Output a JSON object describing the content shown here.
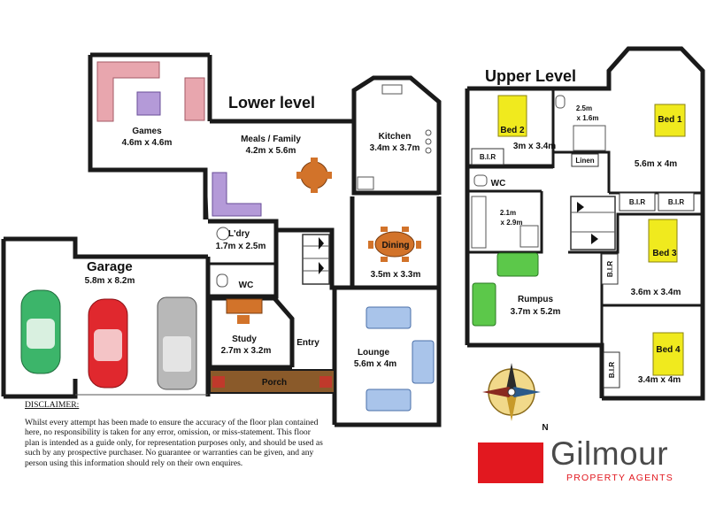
{
  "levels": {
    "lower": "Lower level",
    "upper": "Upper Level"
  },
  "rooms": {
    "games": {
      "name": "Games",
      "size": "4.6m x 4.6m"
    },
    "meals": {
      "name": "Meals / Family",
      "size": "4.2m x 5.6m"
    },
    "kitchen": {
      "name": "Kitchen",
      "size": "3.4m x 3.7m"
    },
    "laundry": {
      "name": "L'dry",
      "size": "1.7m x 2.5m"
    },
    "wc_lower": {
      "name": "WC"
    },
    "garage": {
      "name": "Garage",
      "size": "5.8m x 8.2m"
    },
    "dining": {
      "name": "Dining",
      "size": "3.5m x 3.3m"
    },
    "study": {
      "name": "Study",
      "size": "2.7m x 3.2m"
    },
    "entry": {
      "name": "Entry"
    },
    "porch": {
      "name": "Porch"
    },
    "lounge": {
      "name": "Lounge",
      "size": "5.6m x 4m"
    },
    "bed2": {
      "name": "Bed 2",
      "size": "3m x 3.4m"
    },
    "bath": {
      "size_line1": "2.5m",
      "size_line2": "x 1.6m"
    },
    "bed1": {
      "name": "Bed 1",
      "size": "5.6m x 4m"
    },
    "bir_bed2": {
      "name": "B.I.R"
    },
    "linen": {
      "name": "Linen"
    },
    "bir_bed1_a": {
      "name": "B.I.R"
    },
    "bir_bed1_b": {
      "name": "B.I.R"
    },
    "wc_upper": {
      "name": "WC"
    },
    "ensuite": {
      "size_line1": "2.1m",
      "size_line2": "x 2.9m"
    },
    "bir_bed3": {
      "name": "B.I.R"
    },
    "bed3": {
      "name": "Bed 3",
      "size": "3.6m x 3.4m"
    },
    "rumpus": {
      "name": "Rumpus",
      "size": "3.7m x 5.2m"
    },
    "bir_bed4": {
      "name": "B.I.R"
    },
    "bed4": {
      "name": "Bed 4",
      "size": "3.4m x 4m"
    }
  },
  "compass": {
    "north": "N"
  },
  "disclaimer": {
    "title": "DISCLAIMER:",
    "body": "Whilst every attempt has been made to ensure the accuracy of the floor plan contained here, no responsibility is taken for any error, omission, or miss-statement. This floor plan is intended as a guide only, for representation purposes only, and should be used as such by any prospective purchaser. No guarantee or warranties can be given, and any person using this information should rely on their own enquires."
  },
  "logo": {
    "name": "Gilmour",
    "subtitle": "PROPERTY AGENTS"
  },
  "colors": {
    "wall": "#1a1a1a",
    "sofa_pink": "#e8a6ae",
    "sofa_purple": "#b49ad8",
    "sofa_blue": "#a9c4ea",
    "sofa_green": "#5cc84a",
    "bed_yellow": "#f0ea1e",
    "table_orange": "#d2732a",
    "car_green": "#3cb56a",
    "car_red": "#e0282e",
    "car_silver": "#b8b8b8",
    "porch": "#8a5a2a",
    "logo_red": "#e2181f",
    "logo_grey": "#4a4a4a"
  }
}
